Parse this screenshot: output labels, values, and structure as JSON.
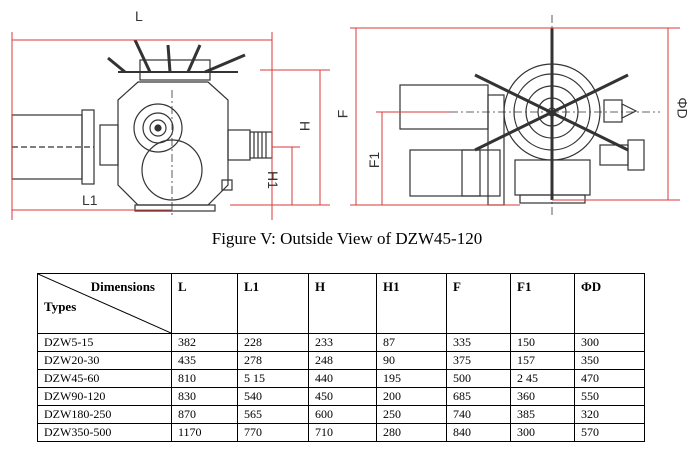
{
  "caption": "Figure V: Outside View of DZW45-120",
  "drawing_labels": {
    "L": "L",
    "L1": "L1",
    "H": "H",
    "H1": "H1",
    "F": "F",
    "F1": "F1",
    "phiD": "ΦD"
  },
  "table": {
    "corner_top": "Dimensions",
    "corner_bottom": "Types",
    "columns": [
      "L",
      "L1",
      "H",
      "H1",
      "F",
      "F1",
      "ΦD"
    ],
    "rows": [
      [
        "DZW5-15",
        "382",
        "228",
        "233",
        "87",
        "335",
        "150",
        "300"
      ],
      [
        "DZW20-30",
        "435",
        "278",
        "248",
        "90",
        "375",
        "157",
        "350"
      ],
      [
        "DZW45-60",
        "810",
        "5 15",
        "440",
        "195",
        "500",
        "2 45",
        "470"
      ],
      [
        "DZW90-120",
        "830",
        "540",
        "450",
        "200",
        "685",
        "360",
        "550"
      ],
      [
        "DZW180-250",
        "870",
        "565",
        "600",
        "250",
        "740",
        "385",
        "320"
      ],
      [
        "DZW350-500",
        "1170",
        "770",
        "710",
        "280",
        "840",
        "300",
        "570"
      ]
    ]
  },
  "colors": {
    "dimension_line": "#d83a3a",
    "outline": "#333333"
  }
}
